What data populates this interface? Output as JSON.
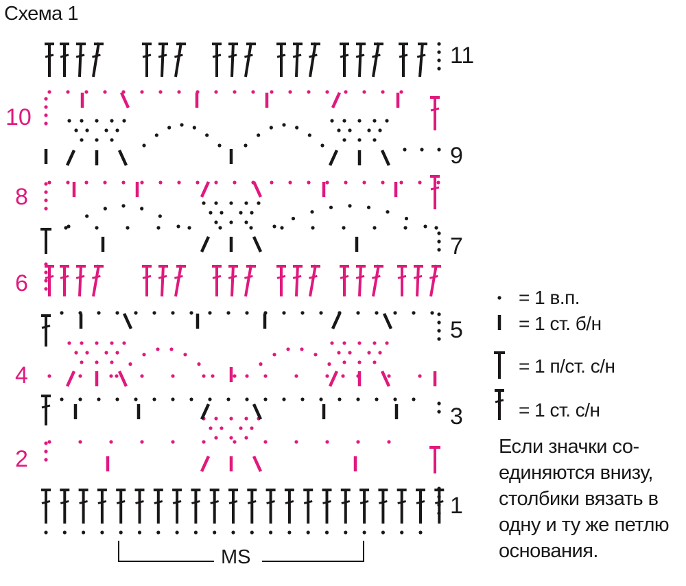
{
  "title": "Схема 1",
  "colors": {
    "black": "#1a1718",
    "pink": "#e0197d"
  },
  "rows": [
    {
      "num": "1",
      "color": "black",
      "side": "right"
    },
    {
      "num": "2",
      "color": "pink",
      "side": "left"
    },
    {
      "num": "3",
      "color": "black",
      "side": "right"
    },
    {
      "num": "4",
      "color": "pink",
      "side": "left"
    },
    {
      "num": "5",
      "color": "black",
      "side": "right"
    },
    {
      "num": "6",
      "color": "pink",
      "side": "left"
    },
    {
      "num": "7",
      "color": "black",
      "side": "right"
    },
    {
      "num": "8",
      "color": "pink",
      "side": "left"
    },
    {
      "num": "9",
      "color": "black",
      "side": "right"
    },
    {
      "num": "10",
      "color": "pink",
      "side": "left"
    },
    {
      "num": "11",
      "color": "black",
      "side": "right"
    }
  ],
  "repeat_label": "MS",
  "legend": [
    {
      "symbol": "chain-stitch-icon",
      "text": "= 1 в.п."
    },
    {
      "symbol": "single-crochet-icon",
      "text": "= 1 ст. б/н"
    },
    {
      "symbol": "half-double-crochet-icon",
      "text": "= 1 п/ст. с/н"
    },
    {
      "symbol": "double-crochet-icon",
      "text": "= 1 ст. с/н"
    }
  ],
  "note": [
    "Если значки со-",
    "единяются внизу,",
    "столбики вязать в",
    "одну и ту же петлю",
    "основания."
  ]
}
